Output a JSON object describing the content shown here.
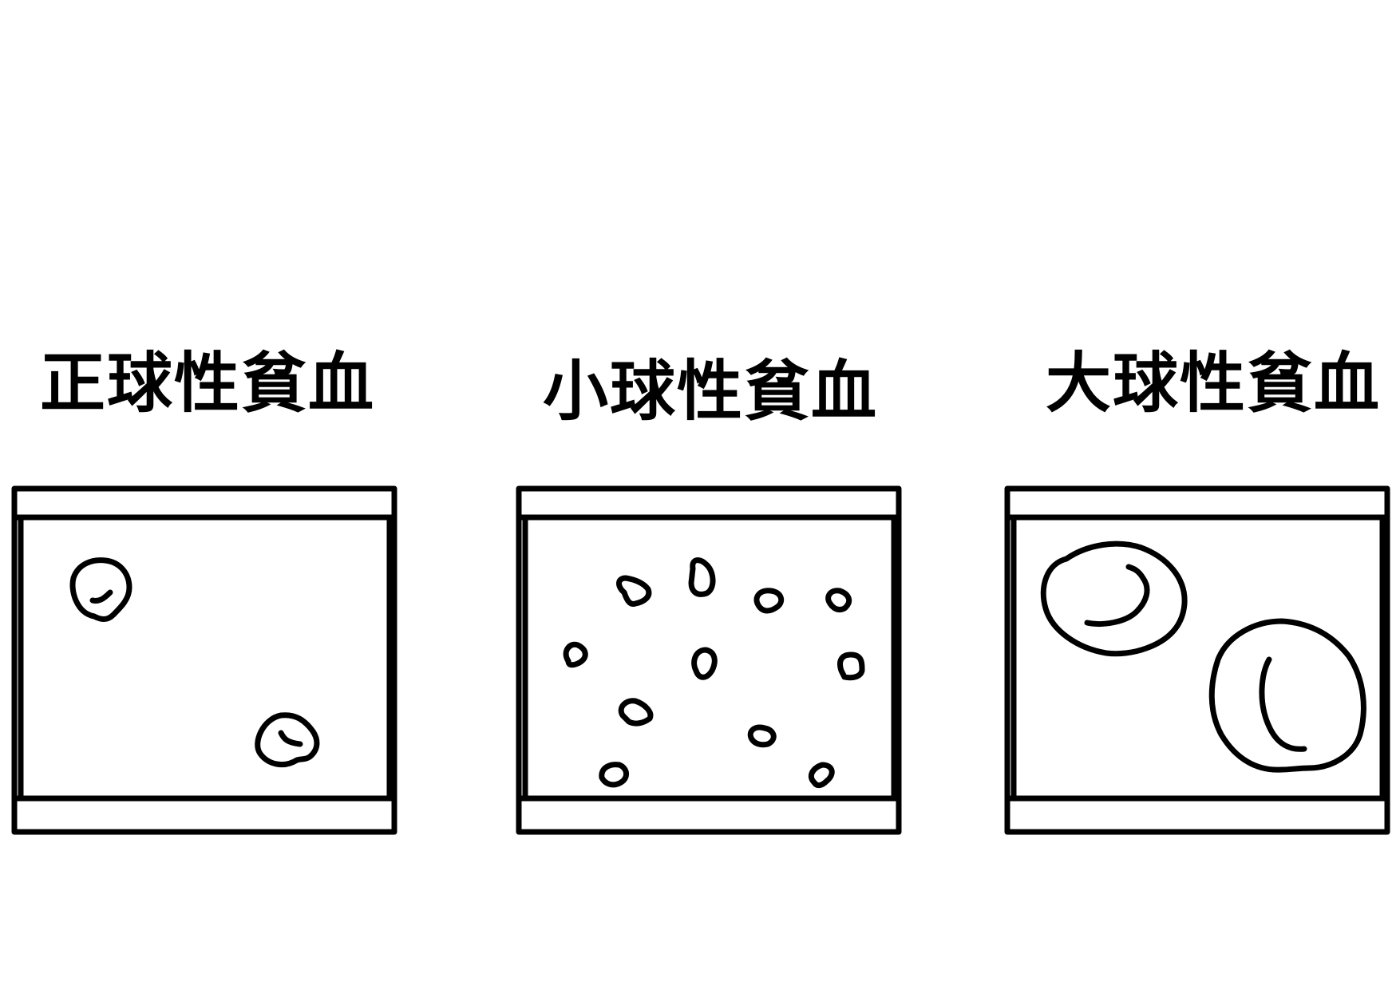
{
  "panels": [
    {
      "id": "normocytic",
      "title": "正球性貧血"
    },
    {
      "id": "microcytic",
      "title": "小球性貧血"
    },
    {
      "id": "macrocytic",
      "title": "大球性貧血"
    }
  ],
  "colors": {
    "ink": "#000000",
    "background": "#ffffff"
  }
}
